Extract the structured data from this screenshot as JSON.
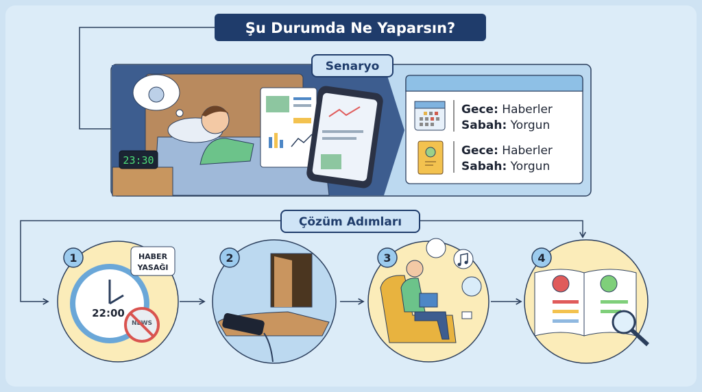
{
  "title": "Şu Durumda Ne Yaparsın?",
  "scenario": {
    "label": "Senaryo",
    "clock_display": "23:30",
    "log_rows": [
      {
        "icon": "calendar-icon",
        "night_label": "Gece:",
        "night_value": "Haberler",
        "morning_label": "Sabah:",
        "morning_value": "Yorgun"
      },
      {
        "icon": "journal-icon",
        "night_label": "Gece:",
        "night_value": "Haberler",
        "morning_label": "Sabah:",
        "morning_value": "Yorgun"
      }
    ]
  },
  "steps": {
    "label": "Çözüm Adımları",
    "items": [
      {
        "number": "1",
        "bubble_line1": "HABER",
        "bubble_line2": "YASAĞI",
        "clock_time": "22:00",
        "news_label": "NEWS"
      },
      {
        "number": "2"
      },
      {
        "number": "3"
      },
      {
        "number": "4"
      }
    ]
  },
  "colors": {
    "navy": "#1f3c6b",
    "cream": "#fbecb9",
    "panel": "#dcecf8",
    "sky": "#bcd9f0"
  }
}
